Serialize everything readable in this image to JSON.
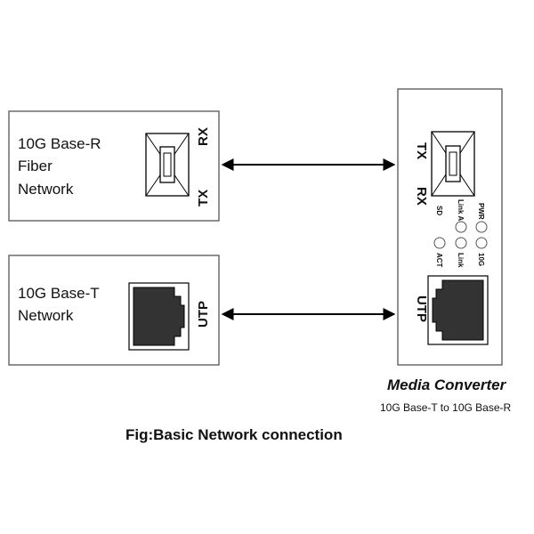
{
  "fiber_box": {
    "line1": "10G Base-R",
    "line2": "Fiber",
    "line3": "Network",
    "rx": "RX",
    "tx": "TX"
  },
  "copper_box": {
    "line1": "10G Base-T",
    "line2": "Network",
    "port": "UTP"
  },
  "converter": {
    "tx": "TX",
    "rx": "RX",
    "utp": "UTP",
    "leds": {
      "pwr": "PWR",
      "link_act": "Link ACT",
      "sd": "SD",
      "g10": "10G",
      "link": "Link",
      "act": "ACT"
    },
    "title": "Media Converter",
    "subtitle": "10G Base-T to 10G Base-R"
  },
  "caption": "Fig:Basic Network connection"
}
